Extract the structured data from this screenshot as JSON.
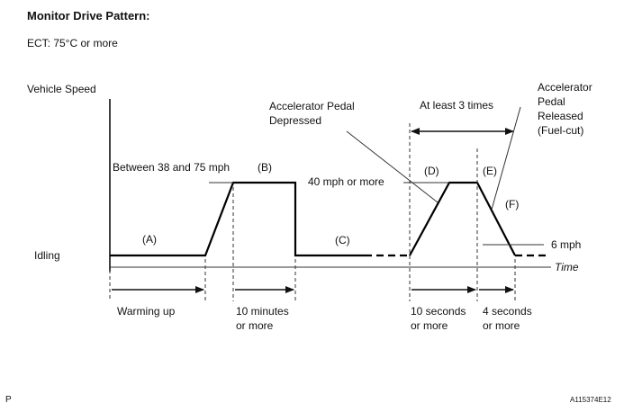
{
  "title": "Monitor Drive Pattern:",
  "condition": "ECT: 75°C or more",
  "y_axis_label": "Vehicle Speed",
  "x_axis_label": "Time",
  "idling_label": "Idling",
  "phases": {
    "a": "(A)",
    "b": "(B)",
    "c": "(C)",
    "d": "(D)",
    "e": "(E)",
    "f": "(F)"
  },
  "annotations": {
    "between_speed": "Between  38 and 75 mph",
    "forty_mph": "40 mph or more",
    "six_mph": "6 mph",
    "pedal_depressed_line1": "Accelerator Pedal",
    "pedal_depressed_line2": "Depressed",
    "pedal_released_line1": "Accelerator",
    "pedal_released_line2": "Pedal",
    "pedal_released_line3": "Released",
    "pedal_released_line4": "(Fuel-cut)",
    "repeat": "At least 3 times"
  },
  "durations": {
    "warming_up": "Warming up",
    "ten_minutes_line1": "10 minutes",
    "ten_minutes_line2": "or more",
    "ten_seconds_line1": "10 seconds",
    "ten_seconds_line2": "or more",
    "four_seconds_line1": "4 seconds",
    "four_seconds_line2": "or more"
  },
  "footer": {
    "left_mark": "P",
    "figure_id": "A115374E12"
  }
}
